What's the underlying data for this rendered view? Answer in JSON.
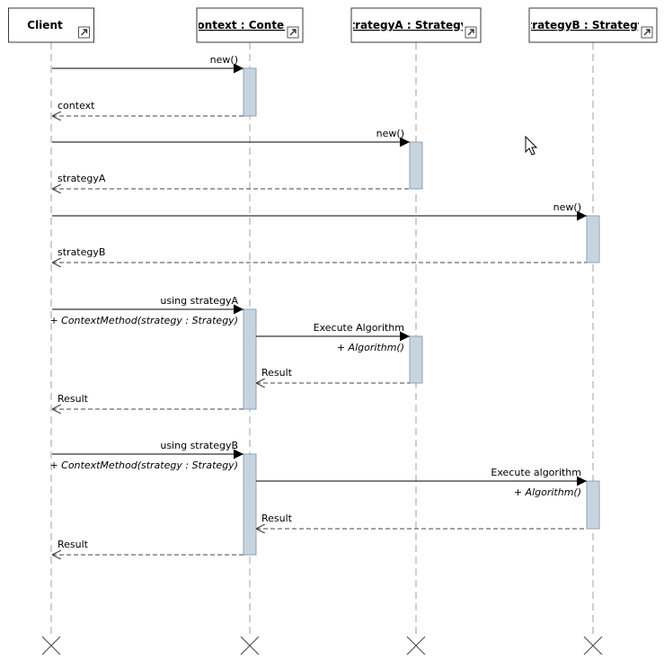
{
  "lifelines": [
    {
      "id": "client",
      "label": "Client",
      "underline": false
    },
    {
      "id": "context",
      "label": "context : Context",
      "underline": true
    },
    {
      "id": "strategyA",
      "label": "strategyA : StrategyA",
      "underline": true
    },
    {
      "id": "strategyB",
      "label": "strategyB : StrategyB",
      "underline": true
    }
  ],
  "messages": [
    {
      "from": "client",
      "to": "context",
      "kind": "sync",
      "label": "new()",
      "signature": ""
    },
    {
      "from": "context",
      "to": "client",
      "kind": "return",
      "label": "context",
      "signature": ""
    },
    {
      "from": "client",
      "to": "strategyA",
      "kind": "sync",
      "label": "new()",
      "signature": ""
    },
    {
      "from": "strategyA",
      "to": "client",
      "kind": "return",
      "label": "strategyA",
      "signature": ""
    },
    {
      "from": "client",
      "to": "strategyB",
      "kind": "sync",
      "label": "new()",
      "signature": ""
    },
    {
      "from": "strategyB",
      "to": "client",
      "kind": "return",
      "label": "strategyB",
      "signature": ""
    },
    {
      "from": "client",
      "to": "context",
      "kind": "sync",
      "label": "using strategyA",
      "signature": "+ ContextMethod(strategy : Strategy)"
    },
    {
      "from": "context",
      "to": "strategyA",
      "kind": "sync",
      "label": "Execute Algorithm",
      "signature": "+ Algorithm()"
    },
    {
      "from": "strategyA",
      "to": "context",
      "kind": "return",
      "label": "Result",
      "signature": ""
    },
    {
      "from": "context",
      "to": "client",
      "kind": "return",
      "label": "Result",
      "signature": ""
    },
    {
      "from": "client",
      "to": "context",
      "kind": "sync",
      "label": "using strategyB",
      "signature": "+ ContextMethod(strategy : Strategy)"
    },
    {
      "from": "context",
      "to": "strategyB",
      "kind": "sync",
      "label": "Execute algorithm",
      "signature": "+ Algorithm()"
    },
    {
      "from": "strategyB",
      "to": "context",
      "kind": "return",
      "label": "Result",
      "signature": ""
    },
    {
      "from": "context",
      "to": "client",
      "kind": "return",
      "label": "Result",
      "signature": ""
    }
  ],
  "icons": {
    "header_link": "link-arrow-icon",
    "lifeline_end": "destroy-x-icon",
    "cursor": "mouse-cursor-icon"
  },
  "colors": {
    "activation_fill": "#c7d4df",
    "activation_stroke": "#8aa3b8",
    "lifeline": "#a0a0a0"
  }
}
